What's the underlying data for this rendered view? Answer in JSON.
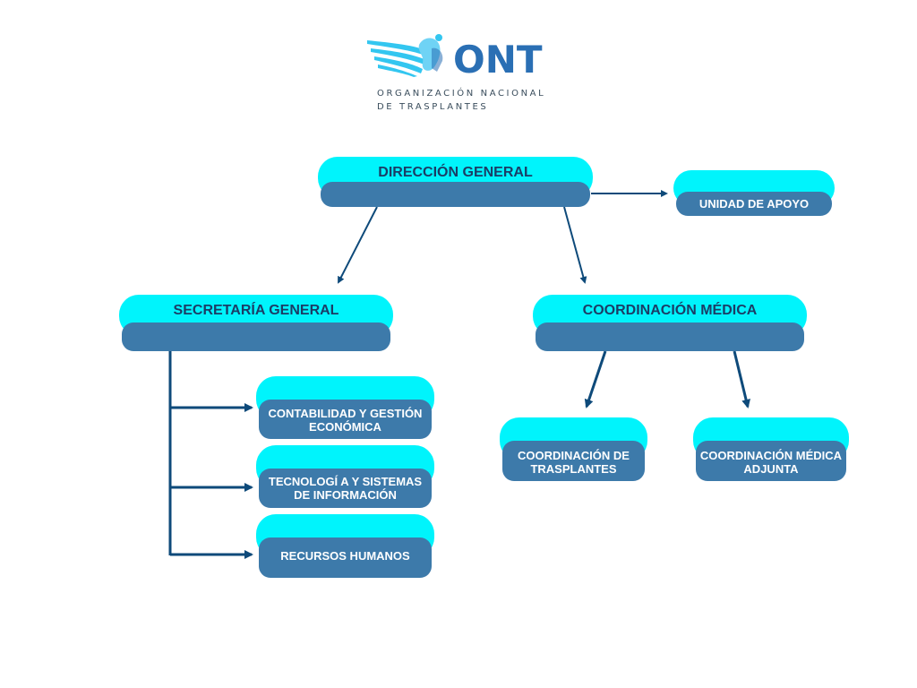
{
  "logo": {
    "acronym": "ONT",
    "name_line1": "ORGANIZACIÓN NACIONAL",
    "name_line2": "DE TRASPLANTES"
  },
  "colors": {
    "tab": "#00f4fc",
    "body": "#3d7aaa",
    "title_text": "#1b3d66",
    "arrow": "#0e4a7a",
    "logo_blue": "#2a6fb4",
    "logo_cyan": "#33c6f0"
  },
  "nodes": {
    "direccion_general": "DIRECCIÓN GENERAL",
    "unidad_apoyo": "UNIDAD DE APOYO",
    "secretaria_general": "SECRETARÍA GENERAL",
    "coordinacion_medica": "COORDINACIÓN MÉDICA",
    "contabilidad": [
      "CONTABILIDAD Y GESTIÓN",
      "ECONÓMICA"
    ],
    "tecnologia": [
      "TECNOLOGÍ A Y SISTEMAS",
      "DE INFORMACIÓN"
    ],
    "recursos_humanos": "RECURSOS HUMANOS",
    "coord_trasplantes": [
      "COORDINACIÓN DE",
      "TRASPLANTES"
    ],
    "coord_medica_adjunta": [
      "COORDINACIÓN MÉDICA",
      "ADJUNTA"
    ]
  }
}
